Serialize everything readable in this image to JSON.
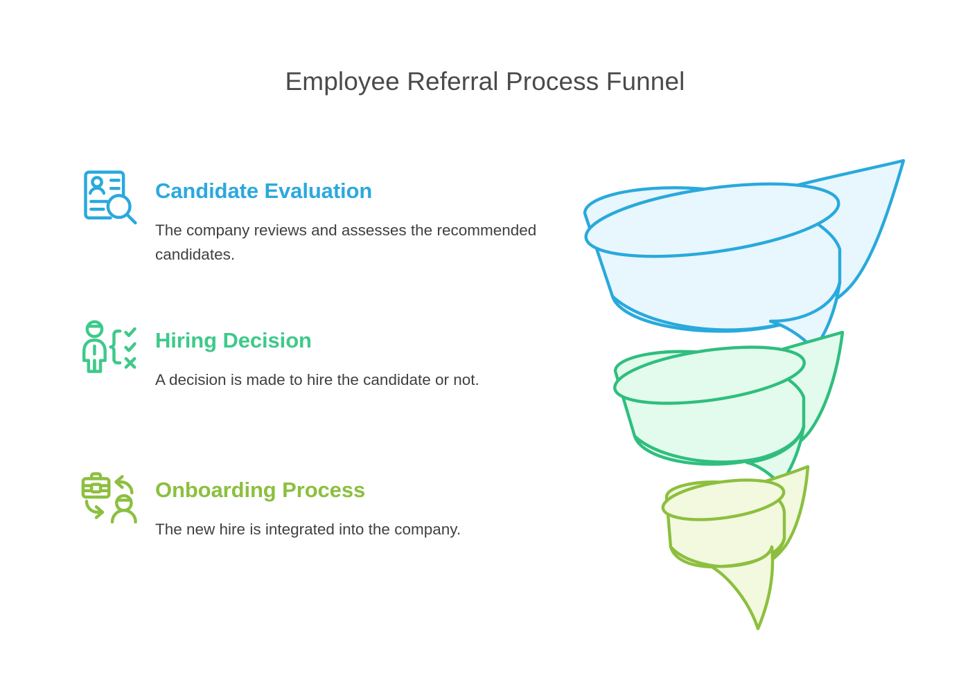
{
  "page": {
    "title": "Employee Referral Process Funnel",
    "background_color": "#FFFFFF",
    "title_color": "#4A4A4A",
    "body_text_color": "#404040"
  },
  "steps": [
    {
      "index": "1",
      "heading": "Candidate Evaluation",
      "description": "The company reviews and assesses the recommended candidates.",
      "icon": "resume-search-icon",
      "color": "#2BA9DE",
      "fill": "#E8F6FD"
    },
    {
      "index": "2",
      "heading": "Hiring Decision",
      "description": "A decision is made to hire the candidate or not.",
      "icon": "person-checklist-icon",
      "color": "#3EC98A",
      "fill": "#E2FBEC"
    },
    {
      "index": "3",
      "heading": "Onboarding Process",
      "description": "The new hire is integrated into the company.",
      "icon": "briefcase-person-exchange-icon",
      "color": "#8CBF3F",
      "fill": "#F2F9DE"
    }
  ],
  "funnel": {
    "type": "spiral-funnel",
    "orientation": "vertical",
    "tiers": [
      {
        "name": "Candidate Evaluation",
        "order": "1",
        "stroke": "#29A9DC",
        "fill": "#E8F6FD",
        "size": "largest"
      },
      {
        "name": "Hiring Decision",
        "order": "2",
        "stroke": "#2FBE7E",
        "fill": "#E2FBEC",
        "size": "medium"
      },
      {
        "name": "Onboarding Process",
        "order": "3",
        "stroke": "#8CBF3F",
        "fill": "#F2F9DE",
        "size": "smallest"
      }
    ]
  }
}
